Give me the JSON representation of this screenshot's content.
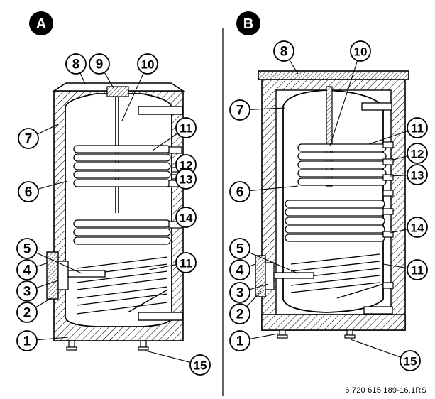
{
  "panels": [
    {
      "id": "A",
      "label": "A"
    },
    {
      "id": "B",
      "label": "B"
    }
  ],
  "panel_a_callouts": [
    "8",
    "9",
    "10",
    "7",
    "11",
    "12",
    "13",
    "6",
    "14",
    "5",
    "4",
    "3",
    "2",
    "11",
    "1",
    "15"
  ],
  "panel_b_callouts": [
    "8",
    "10",
    "7",
    "11",
    "12",
    "13",
    "6",
    "14",
    "5",
    "4",
    "3",
    "2",
    "11",
    "1",
    "15"
  ],
  "doc_ref": "6 720 615 189-16.1RS",
  "colors": {
    "ink": "#000000",
    "paper": "#ffffff",
    "badge": "#000000"
  }
}
